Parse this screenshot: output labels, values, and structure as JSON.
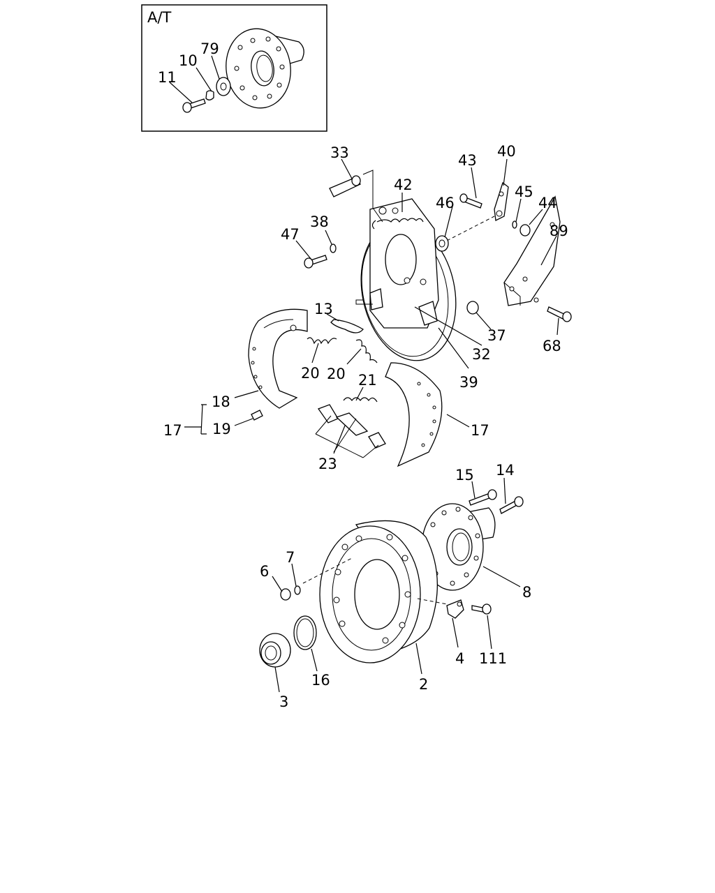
{
  "inset": {
    "label": "A/T",
    "callouts": [
      "11",
      "10",
      "79"
    ]
  },
  "callouts": {
    "p33": "33",
    "p42": "42",
    "p43": "43",
    "p40": "40",
    "p45": "45",
    "p44": "44",
    "p46": "46",
    "p38": "38",
    "p47": "47",
    "p89": "89",
    "p13": "13",
    "p37": "37",
    "p68": "68",
    "p32": "32",
    "p20a": "20",
    "p20b": "20",
    "p39": "39",
    "p21": "21",
    "p18": "18",
    "p17a": "17",
    "p19": "19",
    "p17b": "17",
    "p23": "23",
    "p15": "15",
    "p14": "14",
    "p7": "7",
    "p6": "6",
    "p8": "8",
    "p4": "4",
    "p111": "111",
    "p16": "16",
    "p2": "2",
    "p3": "3"
  }
}
